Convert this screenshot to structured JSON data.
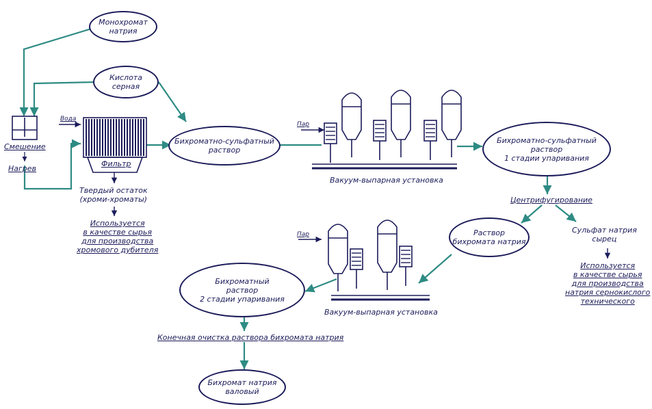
{
  "nodes": {
    "sodium_monochromate": [
      "Монохромат",
      "натрия"
    ],
    "sulfuric_acid": [
      "Кислота",
      "серная"
    ],
    "bichromate_sulfate_solution": [
      "Бихроматно-сульфатный",
      "раствор"
    ],
    "bichromate_sulfate_stage1": [
      "Бихроматно-сульфатный",
      "раствор",
      "1 стадии упаривания"
    ],
    "sodium_bichromate_solution": [
      "Раствор",
      "бихромата натрия"
    ],
    "bichromate_stage2": [
      "Бихроматный",
      "раствор",
      "2 стадии упаривания"
    ],
    "sodium_bichromate_gross": [
      "Бихромат натрия",
      "валовый"
    ]
  },
  "labels": {
    "mixing": "Смешение",
    "heating": "Нагрев",
    "water": "Вода",
    "filter": "Фильтр",
    "steam_1": "Пар",
    "steam_2": "Пар",
    "evaporator_1": "Вакуум-выпарная установка",
    "evaporator_2": "Вакуум-выпарная установка",
    "centrifugation": "Центрифугирование",
    "solid_residue": [
      "Твердый остаток",
      "(хроми-хроматы)"
    ],
    "residue_use": [
      "Используется",
      "в качестве сырья",
      "для производства",
      "хромового дубителя"
    ],
    "sodium_sulfate_raw": [
      "Сульфат натрия",
      "сырец"
    ],
    "sulfate_use": [
      "Используется",
      "в качестве сырья",
      "для производства",
      "натрия сернокислого",
      "технического"
    ],
    "final_purification": "Конечная очистка раствора бихромата натрия"
  },
  "colors": {
    "line": "#1b1b5a",
    "flow": "#2e8b84"
  }
}
